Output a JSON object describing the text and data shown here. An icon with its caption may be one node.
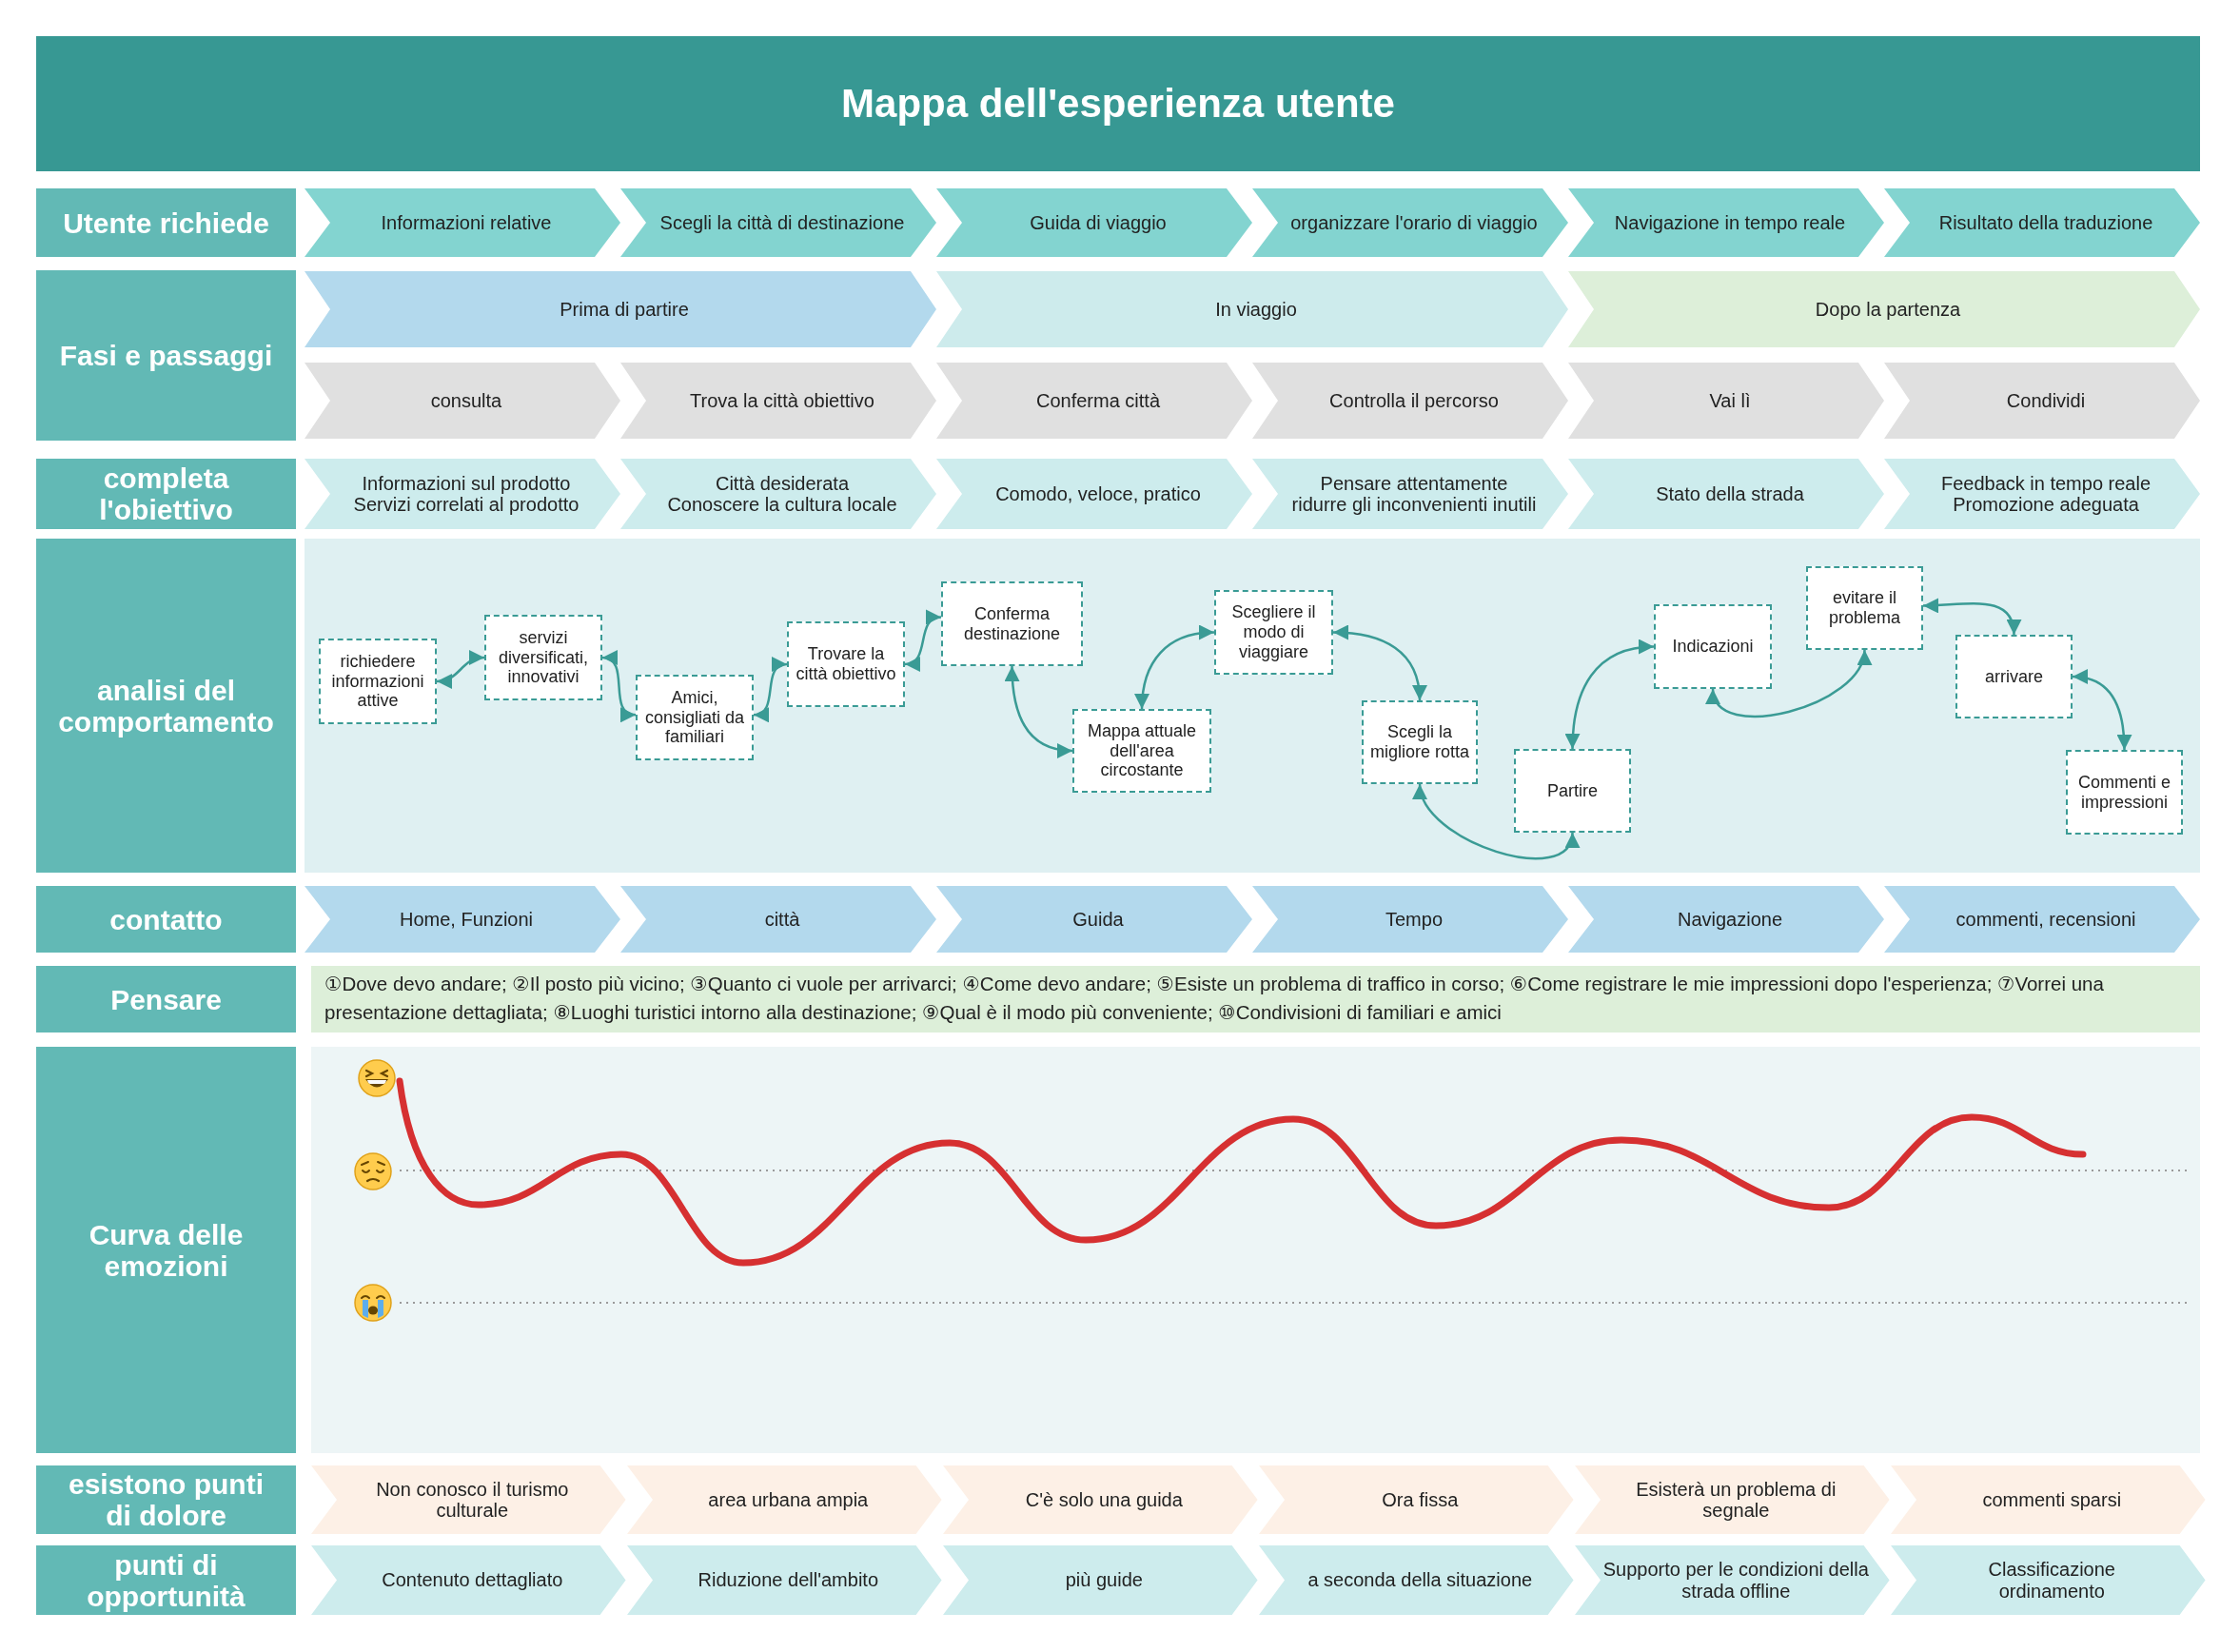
{
  "diagram": {
    "title": "Mappa dell'esperienza utente",
    "nodes": [
      {
        "text": [
          "Utente richiede"
        ]
      },
      {
        "text": [
          "Informazioni relative"
        ]
      },
      {
        "text": [
          "Scegli la città di destinazione"
        ]
      },
      {
        "text": [
          "Guida di viaggio"
        ]
      },
      {
        "text": [
          "organizzare l'orario di viaggio"
        ]
      },
      {
        "text": [
          "Navigazione in tempo reale"
        ]
      },
      {
        "text": [
          "Risultato della traduzione"
        ]
      },
      {
        "text": [
          "Fasi e passaggi"
        ]
      },
      {
        "text": [
          "Prima di partire"
        ]
      },
      {
        "text": [
          "In viaggio"
        ]
      },
      {
        "text": [
          "Dopo la partenza"
        ]
      },
      {
        "text": [
          "consulta"
        ]
      },
      {
        "text": [
          "Trova la città obiettivo"
        ]
      },
      {
        "text": [
          "Conferma città"
        ]
      },
      {
        "text": [
          "Controlla il percorso"
        ]
      },
      {
        "text": [
          "Vai lì"
        ]
      },
      {
        "text": [
          "Condividi"
        ]
      },
      {
        "text": [
          "completa l'obiettivo"
        ]
      },
      {
        "text": [
          "Informazioni sul prodotto",
          "Servizi correlati al prodotto"
        ]
      },
      {
        "text": [
          "Città desiderata",
          "Conoscere la cultura locale"
        ]
      },
      {
        "text": [
          "Comodo, veloce, pratico"
        ]
      },
      {
        "text": [
          "Pensare attentamente",
          "ridurre gli inconvenienti inutili"
        ]
      },
      {
        "text": [
          "Stato della strada"
        ]
      },
      {
        "text": [
          "Feedback in tempo reale",
          "Promozione adeguata"
        ]
      },
      {
        "text": [
          "analisi del comportamento"
        ]
      },
      {
        "text": [
          "richiedere informazioni attive"
        ]
      },
      {
        "text": [
          "servizi diversificati, innovativi"
        ]
      },
      {
        "text": [
          "Amici, consigliati da familiari"
        ]
      },
      {
        "text": [
          "Trovare la città obiettivo"
        ]
      },
      {
        "text": [
          "Conferma destinazione"
        ]
      },
      {
        "text": [
          "Mappa attuale dell'area circostante"
        ]
      },
      {
        "text": [
          "Scegliere il modo di viaggiare"
        ]
      },
      {
        "text": [
          "Scegli la migliore rotta"
        ]
      },
      {
        "text": [
          "Partire"
        ]
      },
      {
        "text": [
          "Indicazioni"
        ]
      },
      {
        "text": [
          "evitare il problema"
        ]
      },
      {
        "text": [
          "arrivare"
        ]
      },
      {
        "text": [
          "Commenti e impressioni"
        ]
      },
      {
        "text": [
          "contatto"
        ]
      },
      {
        "text": [
          "Home, Funzioni"
        ]
      },
      {
        "text": [
          "città"
        ]
      },
      {
        "text": [
          "Guida"
        ]
      },
      {
        "text": [
          "Tempo"
        ]
      },
      {
        "text": [
          "Navigazione"
        ]
      },
      {
        "text": [
          "commenti, recensioni"
        ]
      },
      {
        "text": [
          "Pensare"
        ]
      },
      {
        "text": [
          "①Dove devo andare; ②Il posto più vicino; ③Quanto ci vuole per arrivarci; ④Come devo andare; ⑤Esiste un problema di traffico in corso; ⑥Come registrare le mie impressioni dopo l'esperienza; ⑦Vorrei una presentazione dettagliata; ⑧Luoghi turistici intorno alla destinazione; ⑨Qual è il modo più conveniente; ⑩Condivisioni di familiari e amici"
        ]
      },
      {
        "text": [
          "Curva delle emozioni"
        ]
      },
      {
        "text": [
          "esistono punti di dolore"
        ]
      },
      {
        "text": [
          "Non conosco il turismo culturale"
        ]
      },
      {
        "text": [
          "area urbana ampia"
        ]
      },
      {
        "text": [
          "C'è solo una guida"
        ]
      },
      {
        "text": [
          "Ora fissa"
        ]
      },
      {
        "text": [
          "Esisterà un problema di segnale"
        ]
      },
      {
        "text": [
          "commenti sparsi"
        ]
      },
      {
        "text": [
          "punti di opportunità"
        ]
      },
      {
        "text": [
          "Contenuto dettagliato"
        ]
      },
      {
        "text": [
          "Riduzione dell'ambito"
        ]
      },
      {
        "text": [
          "più guide"
        ]
      },
      {
        "text": [
          "a seconda della situazione"
        ]
      },
      {
        "text": [
          "Supporto per le condizioni della strada offline"
        ]
      },
      {
        "text": [
          "Classificazione",
          "ordinamento"
        ]
      }
    ],
    "edges": [
      {
        "from": 25,
        "to": 26,
        "arrow": "both"
      },
      {
        "from": 26,
        "to": 27,
        "arrow": "both"
      },
      {
        "from": 27,
        "to": 28,
        "arrow": "both"
      },
      {
        "from": 28,
        "to": 29,
        "arrow": "both"
      },
      {
        "from": 29,
        "to": 30,
        "arrow": "both"
      },
      {
        "from": 30,
        "to": 31,
        "arrow": "both"
      },
      {
        "from": 31,
        "to": 32,
        "arrow": "both"
      },
      {
        "from": 32,
        "to": 33,
        "arrow": "both"
      },
      {
        "from": 33,
        "to": 34,
        "arrow": "both"
      },
      {
        "from": 34,
        "to": 35,
        "arrow": "both"
      },
      {
        "from": 35,
        "to": 36,
        "arrow": "both"
      },
      {
        "from": 36,
        "to": 37,
        "arrow": "both"
      }
    ]
  }
}
